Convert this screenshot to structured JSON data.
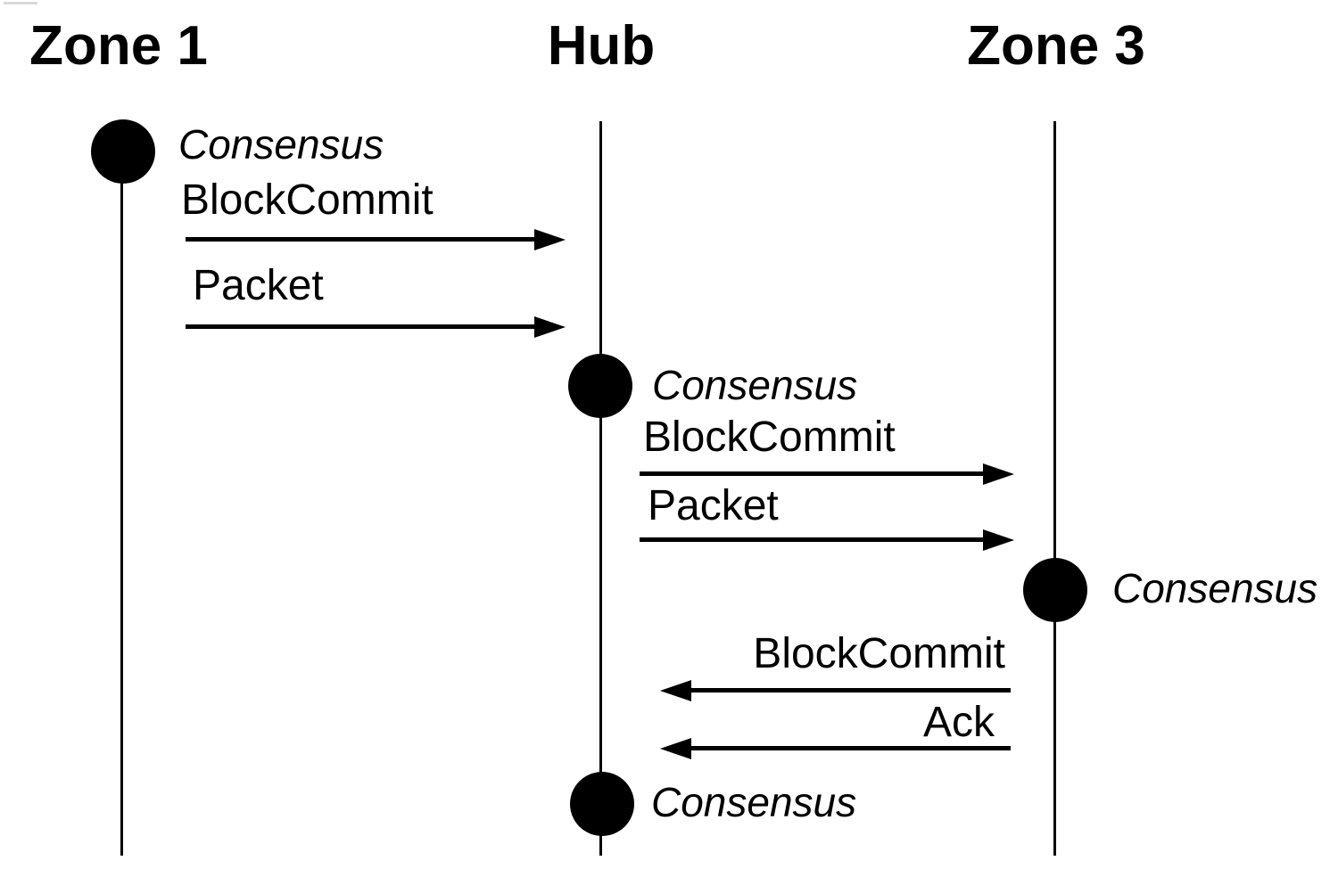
{
  "diagram": {
    "kind": "sequence-diagram",
    "colors": {
      "foreground": "#000000",
      "background": "#ffffff",
      "artifact_gray": "#d9d9d9"
    },
    "actors": [
      {
        "label": "Zone 1"
      },
      {
        "label": "Hub"
      },
      {
        "label": "Zone 3"
      }
    ],
    "events": [
      {
        "actor": "Zone 1",
        "label": "Consensus"
      },
      {
        "actor": "Hub",
        "label": "Consensus"
      },
      {
        "actor": "Zone 3",
        "label": "Consensus"
      },
      {
        "actor": "Hub",
        "label": "Consensus"
      }
    ],
    "messages": [
      {
        "from": "Zone 1",
        "to": "Hub",
        "label": "BlockCommit",
        "direction": "right"
      },
      {
        "from": "Zone 1",
        "to": "Hub",
        "label": "Packet",
        "direction": "right"
      },
      {
        "from": "Hub",
        "to": "Zone 3",
        "label": "BlockCommit",
        "direction": "right"
      },
      {
        "from": "Hub",
        "to": "Zone 3",
        "label": "Packet",
        "direction": "right"
      },
      {
        "from": "Zone 3",
        "to": "Hub",
        "label": "BlockCommit",
        "direction": "left"
      },
      {
        "from": "Zone 3",
        "to": "Hub",
        "label": "Ack",
        "direction": "left"
      }
    ]
  }
}
